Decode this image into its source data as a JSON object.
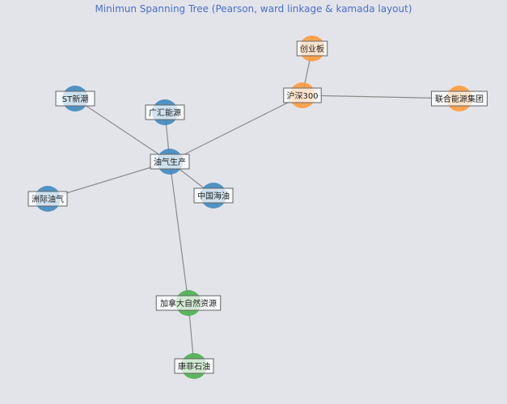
{
  "title": "Minimun Spanning Tree (Pearson, ward linkage & kamada layout)",
  "colors": {
    "group1": "#3f88bf",
    "group2": "#ff9a3c",
    "group3": "#4caf50",
    "edge": "#8a8a8a",
    "title": "#4a6fc9"
  },
  "nodes": [
    {
      "id": "ST新潮",
      "group": 1
    },
    {
      "id": "广汇能源",
      "group": 1
    },
    {
      "id": "油气生产",
      "group": 1
    },
    {
      "id": "洲际油气",
      "group": 1
    },
    {
      "id": "中国海油",
      "group": 1
    },
    {
      "id": "沪深300",
      "group": 2
    },
    {
      "id": "创业板",
      "group": 2
    },
    {
      "id": "联合能源集团",
      "group": 2
    },
    {
      "id": "加拿大自然资源",
      "group": 3
    },
    {
      "id": "康菲石油",
      "group": 3
    }
  ],
  "edges": [
    [
      "油气生产",
      "ST新潮"
    ],
    [
      "油气生产",
      "广汇能源"
    ],
    [
      "油气生产",
      "洲际油气"
    ],
    [
      "油气生产",
      "中国海油"
    ],
    [
      "油气生产",
      "沪深300"
    ],
    [
      "油气生产",
      "加拿大自然资源"
    ],
    [
      "沪深300",
      "创业板"
    ],
    [
      "沪深300",
      "联合能源集团"
    ],
    [
      "加拿大自然资源",
      "康菲石油"
    ]
  ]
}
